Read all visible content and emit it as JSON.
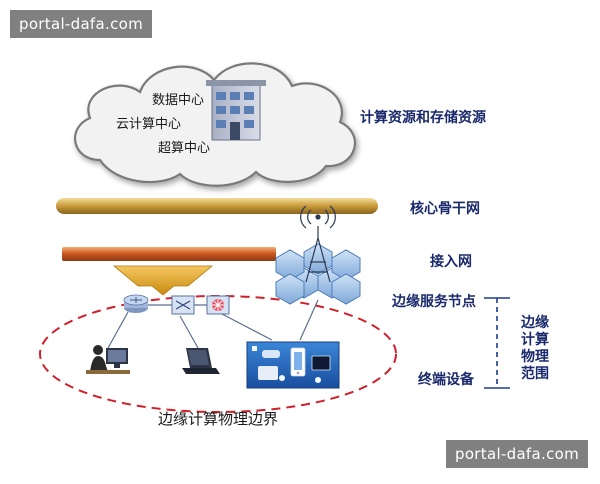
{
  "watermark": {
    "top": "portal-dafa.com",
    "bottom": "portal-dafa.com"
  },
  "cloud": {
    "labels": [
      "数据中心",
      "云计算中心",
      "超算中心"
    ],
    "right_label": "计算资源和存储资源"
  },
  "layers": {
    "backbone": "核心骨干网",
    "access": "接入网",
    "edge_node": "边缘服务节点",
    "terminal": "终端设备"
  },
  "scope_label": [
    "边缘",
    "计算",
    "物理",
    "范围"
  ],
  "boundary_label": "边缘计算物理边界",
  "colors": {
    "label_text": "#1a2a6c",
    "boundary_dash": "#d0202a",
    "backbone_bar": "#c89a3a",
    "access_bar": "#c8551e",
    "arrow": "#e0a020",
    "scope_line": "#1b3d8f"
  }
}
